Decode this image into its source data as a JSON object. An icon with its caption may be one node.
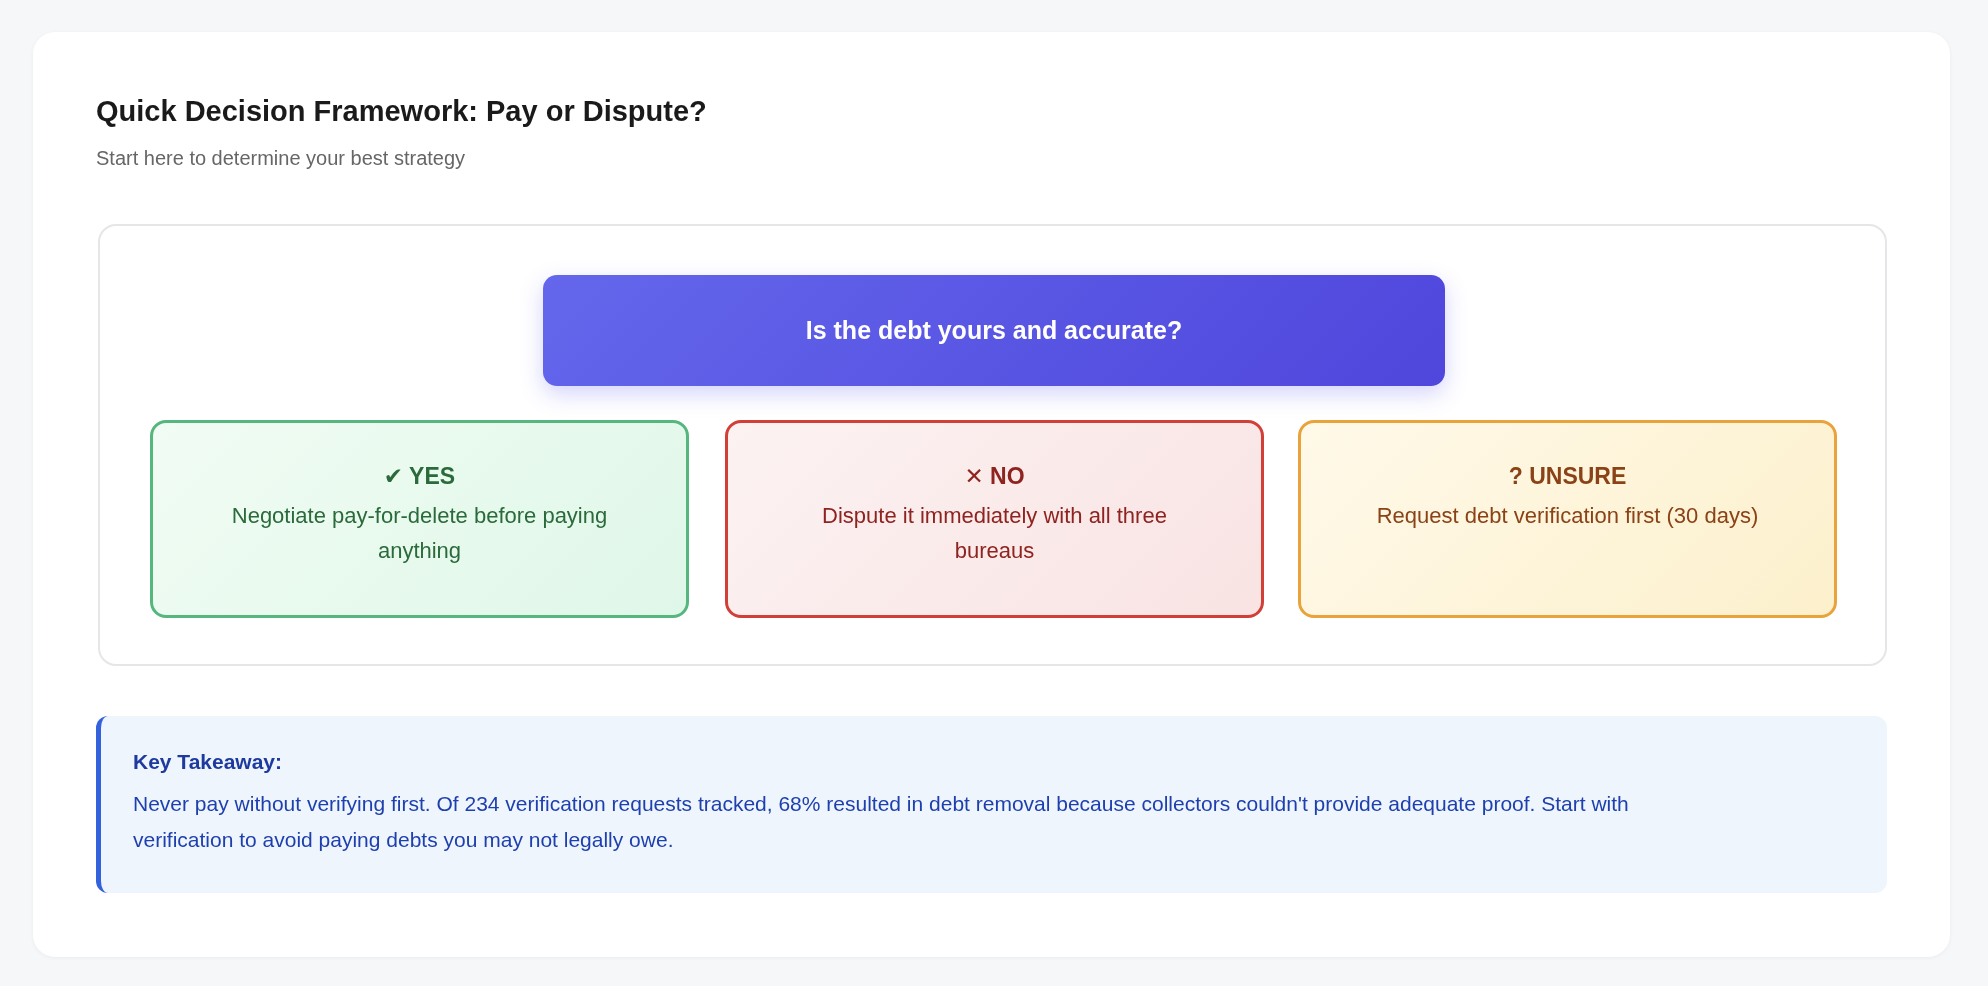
{
  "diagram": {
    "title": "Quick Decision Framework: Pay or Dispute?",
    "nodes": [
      {
        "text": [],
        "shape": "box"
      },
      {
        "text": [
          "Is the debt yours and accurate?"
        ],
        "in": 0
      },
      {
        "text": [
          "✔ YES",
          "Negotiate pay-for-delete before paying anything"
        ],
        "in": 0
      },
      {
        "text": [
          "✕ NO",
          "Dispute it immediately with all three bureaus"
        ],
        "in": 0
      },
      {
        "text": [
          "? UNSURE",
          "Request debt verification first (30 days)"
        ],
        "in": 0
      },
      {
        "text": [
          "Key Takeaway:",
          "Never pay without verifying first. Of 234 verification requests tracked, 68% resulted in debt removal because collectors couldn't provide adequate proof. Start with verification to avoid paying debts you may not legally owe."
        ]
      }
    ],
    "labels": [
      "Start here to determine your best strategy"
    ]
  }
}
